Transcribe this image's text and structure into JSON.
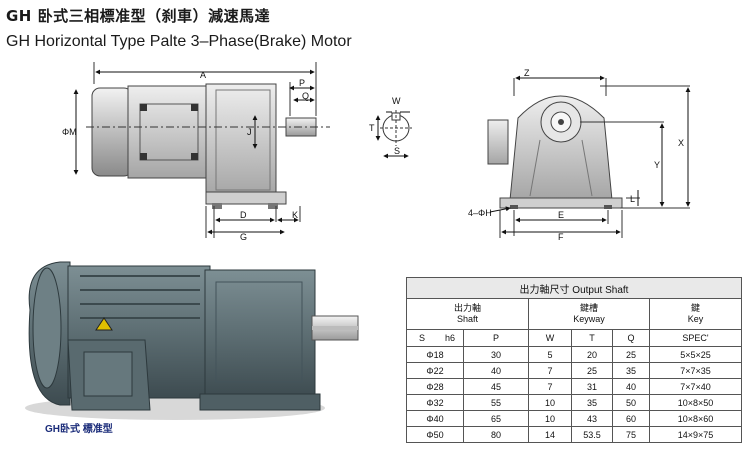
{
  "header": {
    "title_cn": "GH 卧式三相標准型（刹車）減速馬達",
    "title_en": "GH Horizontal Type Palte 3–Phase(Brake) Motor"
  },
  "drawing_labels": {
    "side": {
      "A": "A",
      "P": "P",
      "Q": "Q",
      "M": "ΦM",
      "J": "J",
      "D": "D",
      "K": "K",
      "G": "G"
    },
    "key": {
      "W": "W",
      "T": "T",
      "S": "S"
    },
    "front": {
      "Z": "Z",
      "X": "X",
      "Y": "Y",
      "E": "E",
      "F": "F",
      "H": "4–ΦH",
      "L": "L"
    }
  },
  "photo": {
    "caption": "GH卧式 標准型"
  },
  "table": {
    "title": "出力軸尺寸 Output Shaft",
    "groups": [
      {
        "cn": "出力軸",
        "en": "Shaft"
      },
      {
        "cn": "鍵槽",
        "en": "Keyway"
      },
      {
        "cn": "鍵",
        "en": "Key"
      }
    ],
    "subheaders": [
      "S",
      "h6",
      "P",
      "W",
      "T",
      "Q",
      "SPEC'"
    ],
    "rows": [
      [
        "Φ18",
        "30",
        "5",
        "20",
        "25",
        "5×5×25"
      ],
      [
        "Φ22",
        "40",
        "7",
        "25",
        "35",
        "7×7×35"
      ],
      [
        "Φ28",
        "45",
        "7",
        "31",
        "40",
        "7×7×40"
      ],
      [
        "Φ32",
        "55",
        "10",
        "35",
        "50",
        "10×8×50"
      ],
      [
        "Φ40",
        "65",
        "10",
        "43",
        "60",
        "10×8×60"
      ],
      [
        "Φ50",
        "80",
        "14",
        "53.5",
        "75",
        "14×9×75"
      ]
    ]
  }
}
